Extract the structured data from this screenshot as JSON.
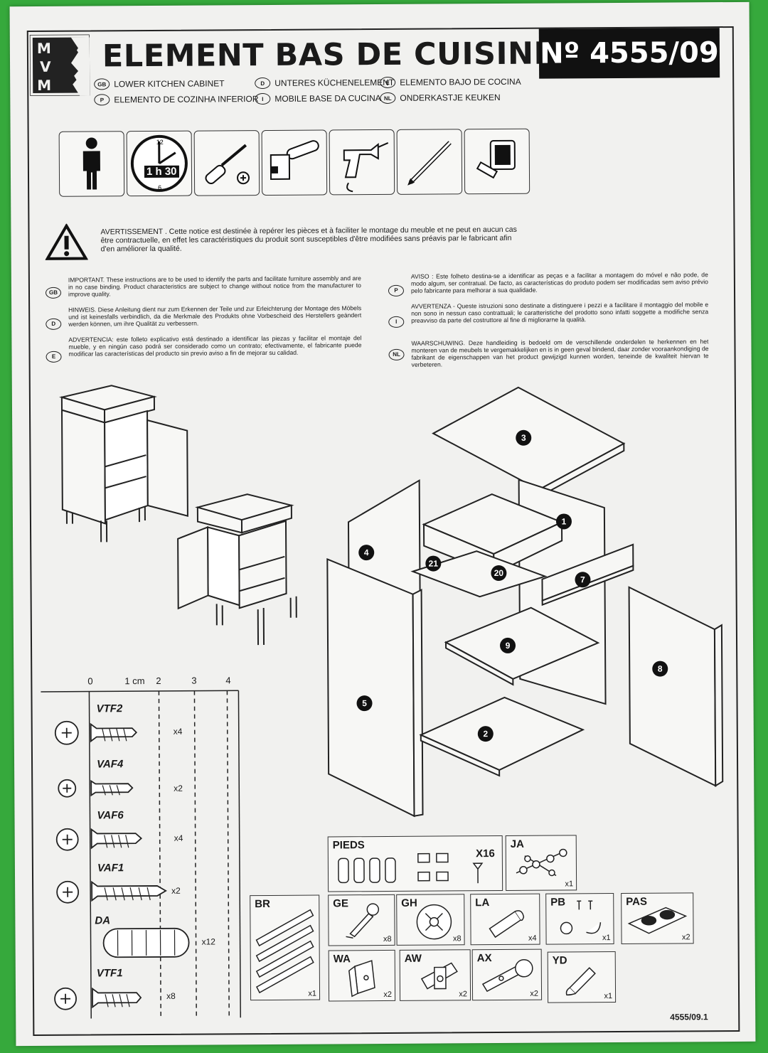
{
  "header": {
    "logo": "MVM",
    "title": "ELEMENT BAS DE CUISINE",
    "reference": "Nº 4555/09"
  },
  "translations": [
    {
      "code": "GB",
      "text": "LOWER KITCHEN CABINET"
    },
    {
      "code": "D",
      "text": "UNTERES KÜCHENELEMENT"
    },
    {
      "code": "E",
      "text": "ELEMENTO BAJO DE COCINA"
    },
    {
      "code": "P",
      "text": "ELEMENTO DE COZINHA INFERIOR"
    },
    {
      "code": "I",
      "text": "MOBILE BASE DA CUCINA"
    },
    {
      "code": "NL",
      "text": "ONDERKASTJE KEUKEN"
    }
  ],
  "tools": {
    "persons": "1",
    "time": "1 h 30",
    "items": [
      "person-icon",
      "clock-icon",
      "screwdriver-icon",
      "hammer-icon",
      "drill-icon",
      "pencil-icon",
      "tape-measure-icon"
    ]
  },
  "warning": "AVERTISSEMENT . Cette notice est destinée à repérer les pièces et à faciliter le montage du meuble et ne peut en aucun cas être contractuelle, en effet les caractéristiques du produit sont susceptibles d'être modifiées sans préavis par le fabricant afin d'en améliorer la qualité.",
  "notes": [
    {
      "code": "GB",
      "text": "IMPORTANT. These instructions are to be used to identify the parts and facilitate furniture assembly and are in no case binding. Product characteristics are subject to change without notice from the manufacturer to improve quality."
    },
    {
      "code": "D",
      "text": "HINWEIS. Diese Anleitung dient nur zum Erkennen der Teile und zur Erleichterung der Montage des Möbels und ist keinesfalls verbindlich, da die Merkmale des Produkts ohne Vorbescheid des Herstellers geändert werden können, um ihre Qualität zu verbessern."
    },
    {
      "code": "E",
      "text": "ADVERTENCIA: este folleto explicativo está destinado a identificar las piezas y facilitar el montaje del mueble, y en ningún caso podrá ser considerado como un contrato; efectivamente, el fabricante puede modificar las características del producto sin previo aviso a fin de mejorar su calidad."
    },
    {
      "code": "P",
      "text": "AVISO : Este folheto destina-se a identificar as peças e a facilitar a montagem do móvel e não pode, de modo algum, ser contratual. De facto, as características do produto podem ser modificadas sem aviso prévio pelo fabricante para melhorar a sua qualidade."
    },
    {
      "code": "I",
      "text": "AVVERTENZA - Queste istruzioni sono destinate a distinguere i pezzi e a facilitare il montaggio del mobile e non sono in nessun caso contrattuali; le caratteristiche del prodotto sono infatti soggette a modifiche senza preavviso da parte del costruttore al fine di migliorarne la qualità."
    },
    {
      "code": "NL",
      "text": "WAARSCHUWING. Deze handleiding is bedoeld om de verschillende onderdelen te herkennen en het monteren van de meubels te vergemakkelijken en is in geen geval bindend, daar zonder vooraankondiging de fabrikant de eigenschappen van het product gewijzigd kunnen worden, teneinde de kwaliteit hiervan te verbeteren."
    }
  ],
  "parts": [
    "1",
    "2",
    "3",
    "4",
    "5",
    "7",
    "8",
    "9",
    "20",
    "21"
  ],
  "scale": {
    "labels": [
      "0",
      "1 cm",
      "2",
      "3",
      "4"
    ]
  },
  "hardware_left": [
    {
      "code": "VTF2",
      "qty": "x4"
    },
    {
      "code": "VAF4",
      "qty": "x2"
    },
    {
      "code": "VAF6",
      "qty": "x4"
    },
    {
      "code": "VAF1",
      "qty": "x2"
    },
    {
      "code": "DA",
      "qty": "x12"
    },
    {
      "code": "VTF1",
      "qty": "x8"
    }
  ],
  "hardware_boxes": {
    "pieds": {
      "label": "PIEDS",
      "qty": "X16"
    },
    "ja": {
      "label": "JA",
      "qty": "x1"
    },
    "br": {
      "label": "BR",
      "qty": "x1"
    },
    "ge": {
      "label": "GE",
      "qty": "x8"
    },
    "gh": {
      "label": "GH",
      "qty": "x8"
    },
    "la": {
      "label": "LA",
      "qty": "x4"
    },
    "pb": {
      "label": "PB",
      "qty": "x1"
    },
    "pas": {
      "label": "PAS",
      "qty": "x2"
    },
    "wa": {
      "label": "WA",
      "qty": "x2"
    },
    "aw": {
      "label": "AW",
      "qty": "x2"
    },
    "ax": {
      "label": "AX",
      "qty": "x2"
    },
    "yd": {
      "label": "YD",
      "qty": "x1"
    }
  },
  "footer": "4555/09.1"
}
